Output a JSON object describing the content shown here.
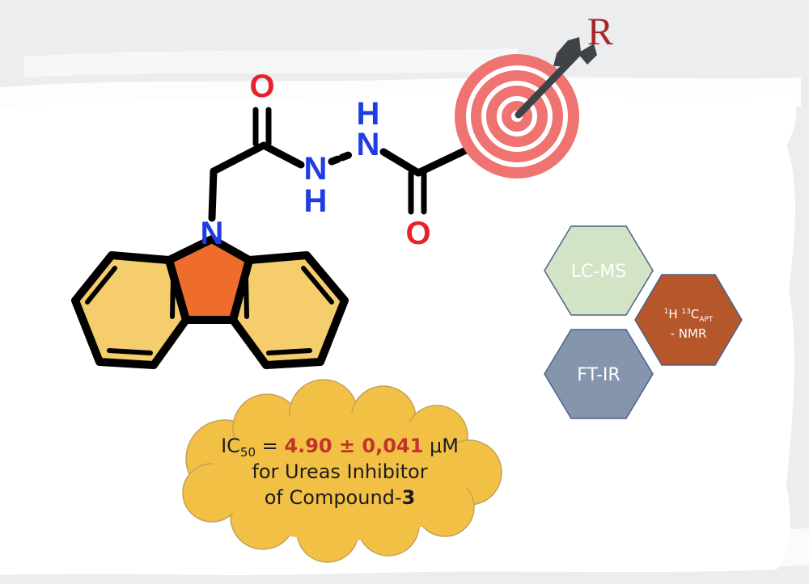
{
  "molecule": {
    "atoms": {
      "carbonyl_o_left": "O",
      "nh_left_n": "N",
      "nh_left_h": "H",
      "nh_right_n": "N",
      "nh_right_h": "H",
      "carbonyl_o_right": "O",
      "carbazole_n": "N"
    },
    "substituent_label": "R"
  },
  "techniques": {
    "lcms": "LC-MS",
    "ftir": "FT-IR",
    "nmr_h_sup": "1",
    "nmr_h": "H",
    "nmr_c_sup": "13",
    "nmr_c": "C",
    "nmr_c_sub": "APT",
    "nmr_line2": "- NMR"
  },
  "result": {
    "ic_prefix": "IC",
    "ic_sub": "50",
    "equals": " = ",
    "value": "4.90 ± 0,041",
    "unit": " μM",
    "line2": "for Ureas Inhibitor",
    "line3_prefix": "of Compound-",
    "compound_number": "3"
  },
  "colors": {
    "oxygen": "#e8222a",
    "nitrogen": "#1f3de0",
    "substituent": "#a8262a",
    "target": "#ef7370",
    "arrow": "#3e4347",
    "benzene_fill": "#f5cd6c",
    "pyrrole_fill": "#ee6c2c",
    "lcms_fill": "#d3e3c6",
    "ftir_fill": "#8595ac",
    "nmr_fill": "#b5572b",
    "cloud_fill": "#f3c046",
    "value_highlight": "#c2332a"
  }
}
